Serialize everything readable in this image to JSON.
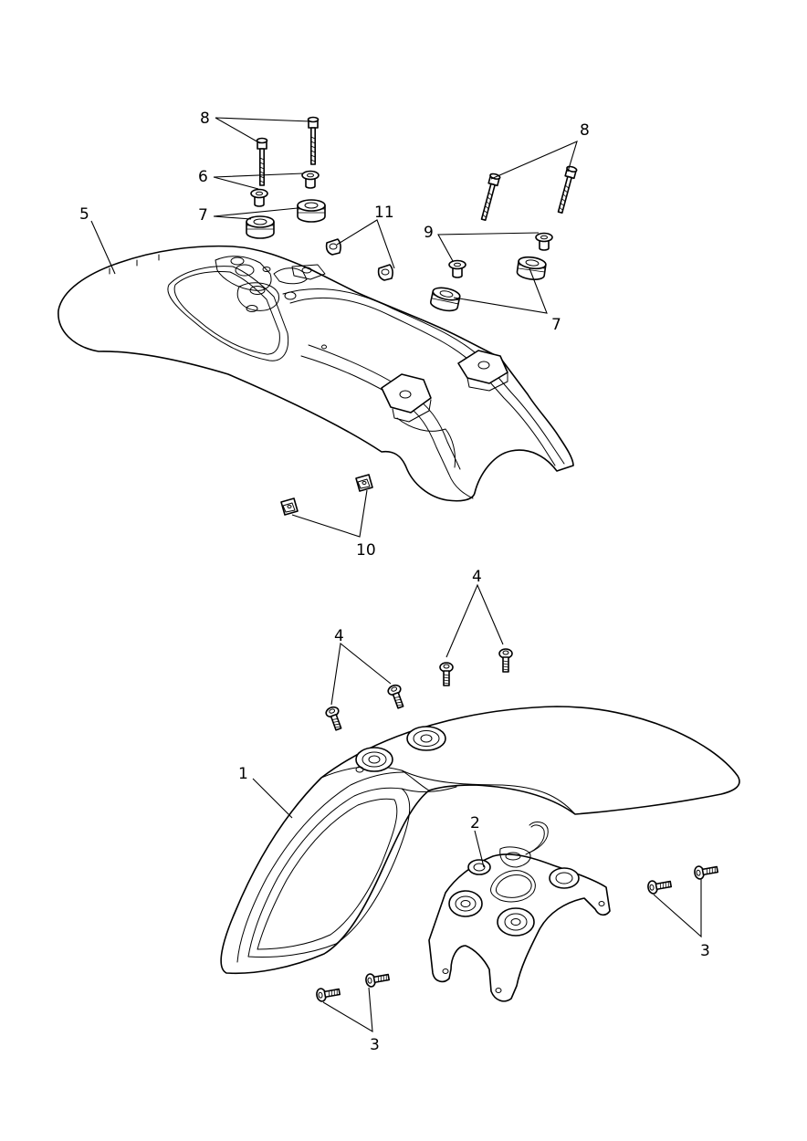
{
  "diagram": {
    "callouts": {
      "c1": "1",
      "c2": "2",
      "c3a": "3",
      "c3b": "3",
      "c4a": "4",
      "c4b": "4",
      "c5": "5",
      "c6": "6",
      "c7a": "7",
      "c7b": "7",
      "c8a": "8",
      "c8b": "8",
      "c9": "9",
      "c10": "10",
      "c11": "11"
    }
  }
}
